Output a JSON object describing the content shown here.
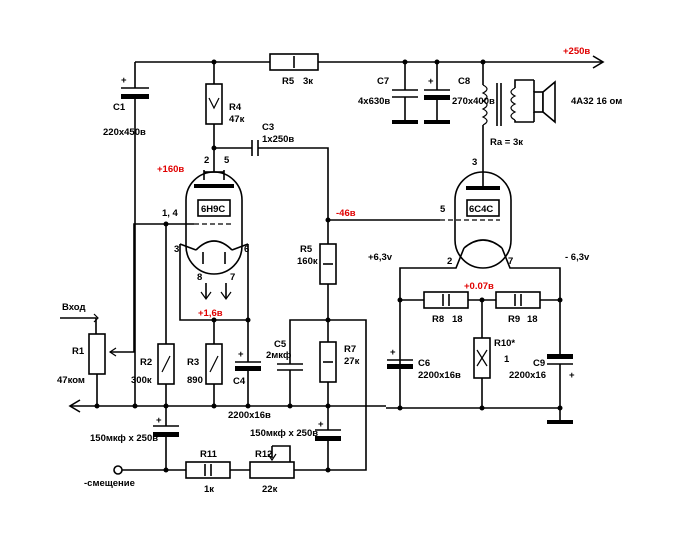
{
  "colors": {
    "wire": "#000000",
    "voltage": "#e00000",
    "background": "#ffffff"
  },
  "voltages": {
    "b_plus": "+250в",
    "v1_anode": "+160в",
    "v2_grid": "-46в",
    "v1_cathode": "+1,6в",
    "heater_mid": "+0.07в",
    "heater_plus": "+6,3v",
    "heater_minus": "- 6,3v"
  },
  "tubes": {
    "v1": {
      "type": "6Н9С",
      "pin_anode": "2",
      "pin_anode2": "5",
      "pin_grid": "1, 4",
      "pin_cathode": "3",
      "pin_cathode2": "6",
      "pin_heater1": "8",
      "pin_heater2": "7"
    },
    "v2": {
      "type": "6С4С",
      "pin_anode": "3",
      "pin_grid": "5",
      "pin_heater1": "2",
      "pin_heater2": "7"
    }
  },
  "components": {
    "R1": {
      "name": "R1",
      "value": "47ком"
    },
    "R2": {
      "name": "R2",
      "value": "300к"
    },
    "R3": {
      "name": "R3",
      "value": "890"
    },
    "R4": {
      "name": "R4",
      "value": "47к"
    },
    "R5a": {
      "name": "R5",
      "value": "3к"
    },
    "R5b": {
      "name": "R5",
      "value": "160к"
    },
    "R7": {
      "name": "R7",
      "value": "27к"
    },
    "R8": {
      "name": "R8",
      "value": "18"
    },
    "R9": {
      "name": "R9",
      "value": "18"
    },
    "R10": {
      "name": "R10*",
      "value": "1"
    },
    "R11": {
      "name": "R11",
      "value": "1к"
    },
    "R12": {
      "name": "R12",
      "value": "22к"
    },
    "C1": {
      "name": "C1",
      "value": "220x450в"
    },
    "C3": {
      "name": "C3",
      "value": "1x250в"
    },
    "C4": {
      "name": "C4",
      "value": "2200x16в"
    },
    "C5": {
      "name": "C5",
      "value": "2мкф"
    },
    "C6": {
      "name": "C6",
      "value": "2200x16в"
    },
    "C7": {
      "name": "C7",
      "value": "4x630в"
    },
    "C8": {
      "name": "C8",
      "value": "270x400в"
    },
    "C9": {
      "name": "C9",
      "value": "2200x16"
    },
    "C_bias1": {
      "value": "150мкф х 250в"
    },
    "C_bias2": {
      "value": "150мкф х 250в"
    }
  },
  "labels": {
    "input": "Вход",
    "bias": "-смещение",
    "speaker": "4A32  16 ом",
    "load": "Ra = 3к",
    "plus": "+"
  }
}
